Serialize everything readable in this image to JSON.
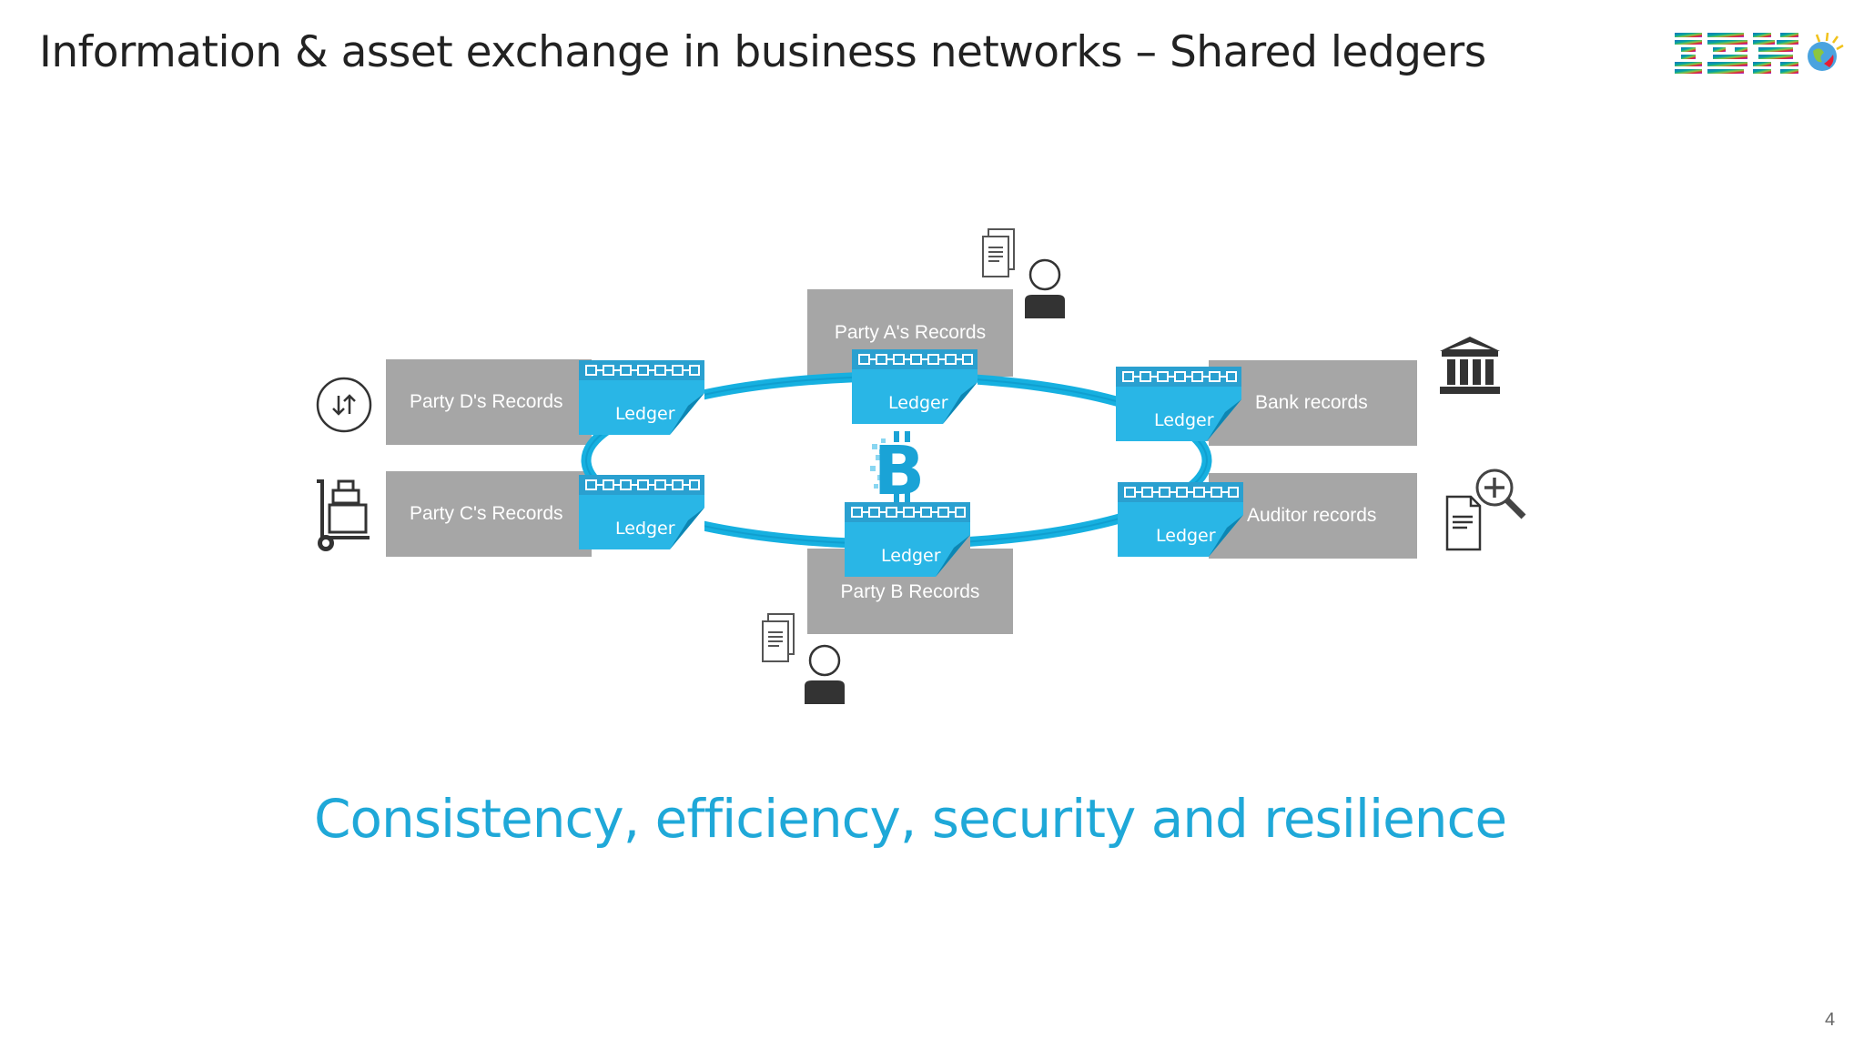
{
  "slide": {
    "title": "Information & asset exchange in business networks – Shared ledgers",
    "tagline": "Consistency, efficiency, security and resilience",
    "page_number": "4",
    "logo_text": "IBM"
  },
  "parties": {
    "a": {
      "label": "Party  A's Records",
      "ledger": "Ledger"
    },
    "b": {
      "label": "Party  B Records",
      "ledger": "Ledger"
    },
    "c": {
      "label": "Party  C's Records",
      "ledger": "Ledger"
    },
    "d": {
      "label": "Party  D's Records",
      "ledger": "Ledger"
    },
    "bank": {
      "label": "Bank records",
      "ledger": "Ledger"
    },
    "auditor": {
      "label": "Auditor records",
      "ledger": "Ledger"
    }
  },
  "icons": {
    "party_a": [
      "document-stack-icon",
      "person-icon"
    ],
    "party_b": [
      "document-stack-icon",
      "person-icon"
    ],
    "party_c": "cart-icon",
    "party_d": "exchange-arrows-icon",
    "bank": "bank-icon",
    "auditor": "document-zoom-icon",
    "center": "bitcoin-icon"
  },
  "colors": {
    "ledger": "#29b6e6",
    "ring": "#1aaedc",
    "records": "#a6a6a6",
    "tagline": "#1fa8d8"
  }
}
